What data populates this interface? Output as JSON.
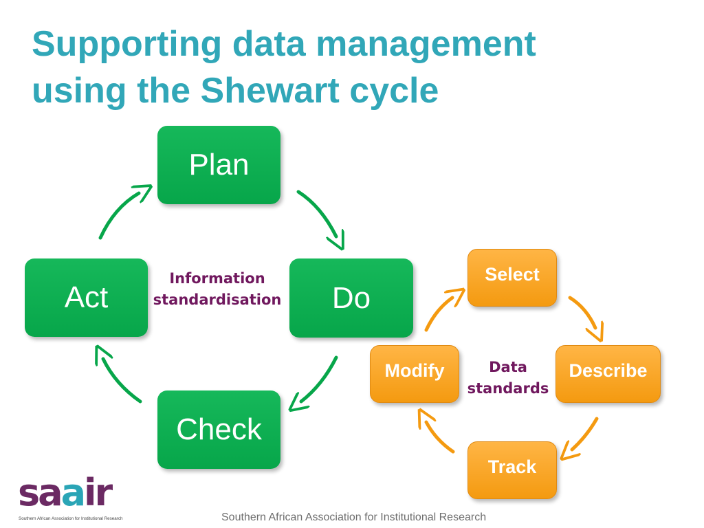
{
  "slide": {
    "title_line1": "Supporting data management",
    "title_line2": "using the Shewart cycle"
  },
  "cycle_left": {
    "steps": {
      "plan": "Plan",
      "do": "Do",
      "check": "Check",
      "act": "Act"
    },
    "center_line1": "Information",
    "center_line2": "standardisation",
    "color": "#07a64a"
  },
  "cycle_right": {
    "steps": {
      "select": "Select",
      "describe": "Describe",
      "track": "Track",
      "modify": "Modify"
    },
    "center_line1": "Data",
    "center_line2": "standards",
    "color": "#f49a10"
  },
  "logo": {
    "wordmark_part1": "sa",
    "wordmark_part2": "a",
    "wordmark_part3": "ir",
    "tagline": "Southern African Association for Institutional Research"
  },
  "footer": {
    "organization": "Southern African Association for Institutional Research"
  },
  "colors": {
    "title": "#31a7b8",
    "center_text": "#70185e",
    "arrow_green": "#07a64a",
    "arrow_orange": "#f49a10"
  },
  "icons": [
    "arrow-icon"
  ]
}
